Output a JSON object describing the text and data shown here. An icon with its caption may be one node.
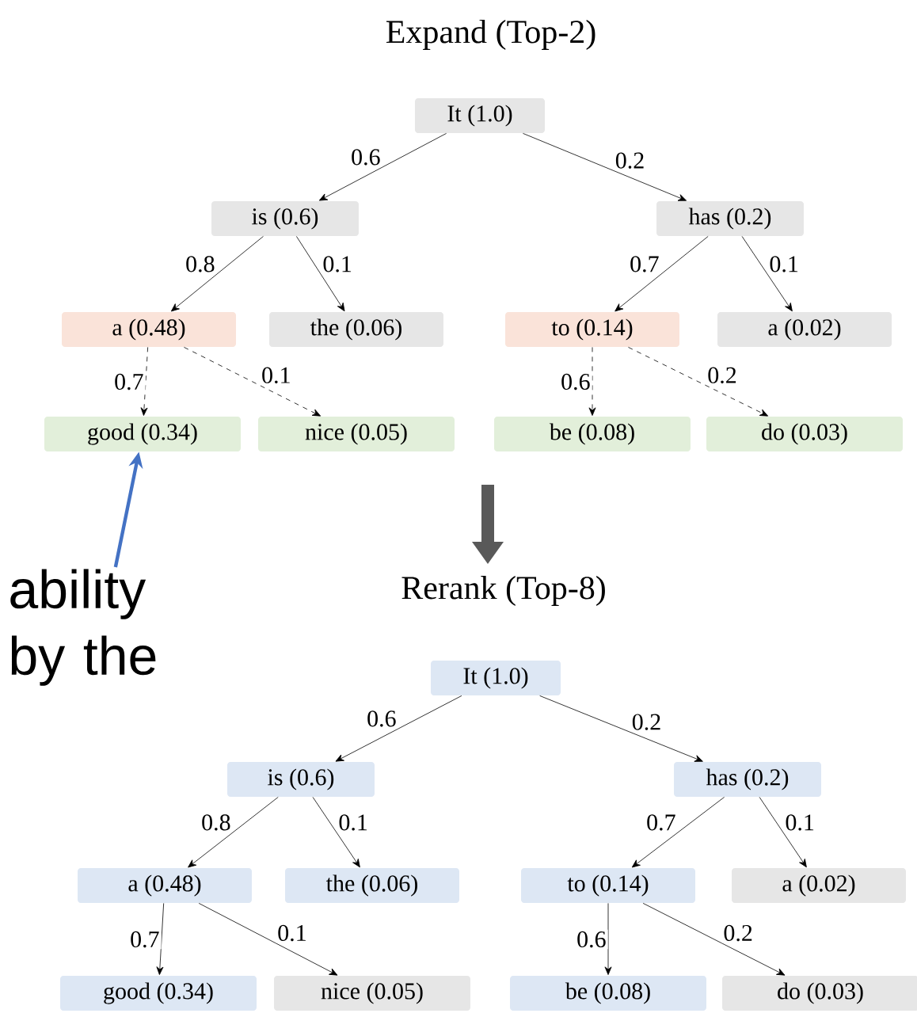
{
  "diagram": {
    "nodes": [
      {
        "text": [
          "It (1.0)"
        ]
      },
      {
        "text": [
          "is (0.6)"
        ]
      },
      {
        "text": [
          "has (0.2)"
        ]
      },
      {
        "text": [
          "a (0.48)"
        ]
      },
      {
        "text": [
          "the (0.06)"
        ]
      },
      {
        "text": [
          "to (0.14)"
        ]
      },
      {
        "text": [
          "a (0.02)"
        ]
      },
      {
        "text": [
          "good (0.34)"
        ]
      },
      {
        "text": [
          "nice (0.05)"
        ]
      },
      {
        "text": [
          "be (0.08)"
        ]
      },
      {
        "text": [
          "do (0.03)"
        ]
      },
      {
        "text": [
          "It (1.0)"
        ]
      },
      {
        "text": [
          "is (0.6)"
        ]
      },
      {
        "text": [
          "has (0.2)"
        ]
      },
      {
        "text": [
          "a (0.48)"
        ]
      },
      {
        "text": [
          "the (0.06)"
        ]
      },
      {
        "text": [
          "to (0.14)"
        ]
      },
      {
        "text": [
          "a (0.02)"
        ]
      },
      {
        "text": [
          "good (0.34)"
        ]
      },
      {
        "text": [
          "nice (0.05)"
        ]
      },
      {
        "text": [
          "be (0.08)"
        ]
      },
      {
        "text": [
          "do (0.03)"
        ]
      },
      {
        "text": [
          "ability by the"
        ]
      }
    ],
    "edges": [
      {
        "from": 0,
        "to": 1,
        "arrow": "to",
        "label": "0.6"
      },
      {
        "from": 0,
        "to": 2,
        "arrow": "to",
        "label": "0.2"
      },
      {
        "from": 1,
        "to": 3,
        "arrow": "to",
        "label": "0.8"
      },
      {
        "from": 1,
        "to": 4,
        "arrow": "to",
        "label": "0.1"
      },
      {
        "from": 2,
        "to": 5,
        "arrow": "to",
        "label": "0.7"
      },
      {
        "from": 2,
        "to": 6,
        "arrow": "to",
        "label": "0.1"
      },
      {
        "from": 3,
        "to": 7,
        "arrow": "to",
        "label": "0.7",
        "style": "dashed"
      },
      {
        "from": 3,
        "to": 8,
        "arrow": "to",
        "label": "0.1",
        "style": "dashed"
      },
      {
        "from": 5,
        "to": 9,
        "arrow": "to",
        "label": "0.6",
        "style": "dashed"
      },
      {
        "from": 5,
        "to": 10,
        "arrow": "to",
        "label": "0.2",
        "style": "dashed"
      },
      {
        "from": 11,
        "to": 12,
        "arrow": "to",
        "label": "0.6"
      },
      {
        "from": 11,
        "to": 13,
        "arrow": "to",
        "label": "0.2"
      },
      {
        "from": 12,
        "to": 14,
        "arrow": "to",
        "label": "0.8"
      },
      {
        "from": 12,
        "to": 15,
        "arrow": "to",
        "label": "0.1"
      },
      {
        "from": 13,
        "to": 16,
        "arrow": "to",
        "label": "0.7"
      },
      {
        "from": 13,
        "to": 17,
        "arrow": "to",
        "label": "0.1"
      },
      {
        "from": 14,
        "to": 18,
        "arrow": "to",
        "label": "0.7"
      },
      {
        "from": 14,
        "to": 19,
        "arrow": "to",
        "label": "0.1"
      },
      {
        "from": 16,
        "to": 20,
        "arrow": "to",
        "label": "0.6"
      },
      {
        "from": 16,
        "to": 21,
        "arrow": "to",
        "label": "0.2"
      },
      {
        "from": 22,
        "to": 7,
        "arrow": "to",
        "style": "thick",
        "color": "#4472c4"
      }
    ],
    "labels": [
      "Expand (Top-2)",
      "Rerank (Top-8)"
    ]
  }
}
